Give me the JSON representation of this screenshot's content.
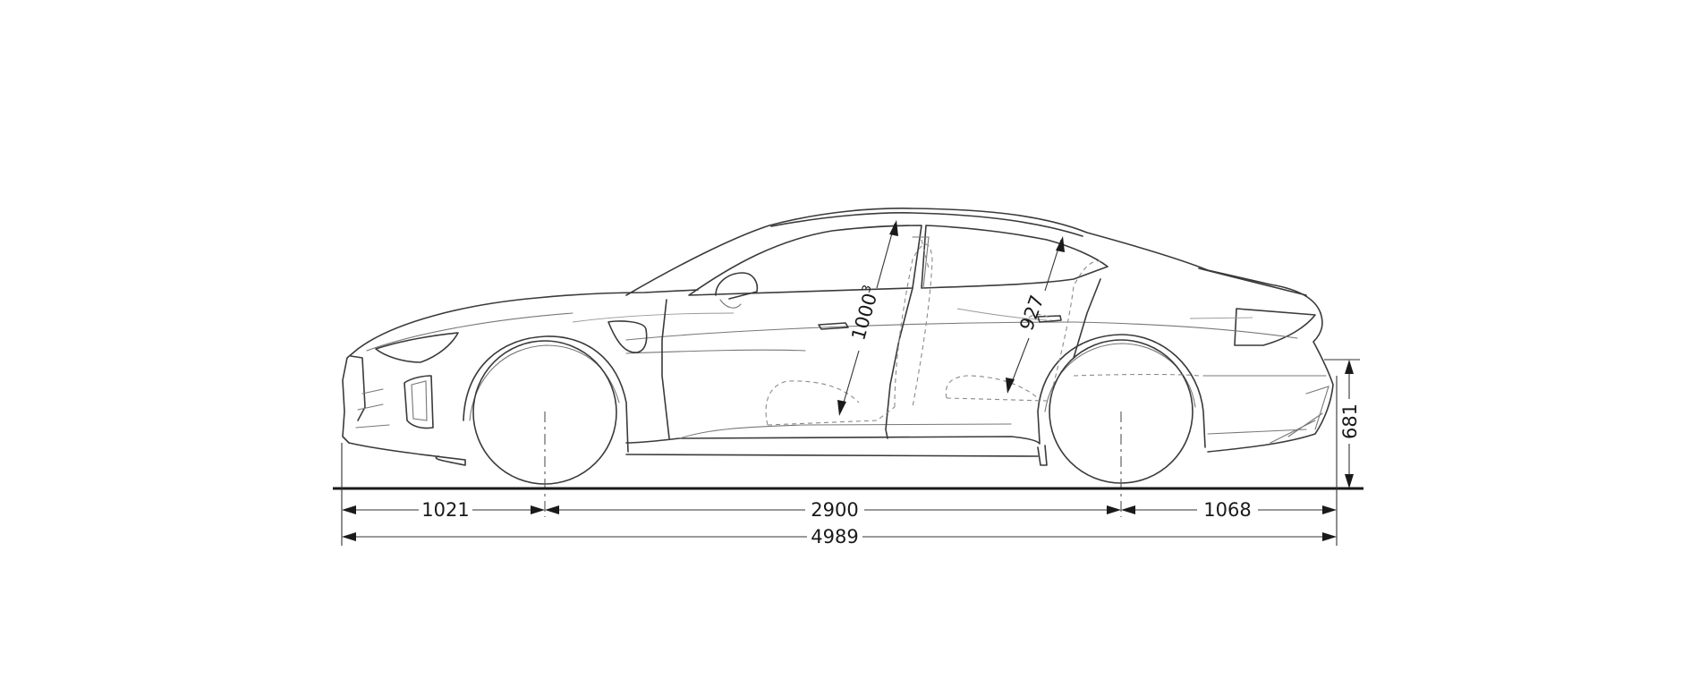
{
  "diagram": {
    "dimensions": {
      "front_overhang": "1021",
      "wheelbase": "2900",
      "rear_overhang": "1068",
      "overall_length": "4989",
      "rear_height": "681",
      "front_headroom": "1000",
      "front_headroom_footnote": "3",
      "rear_headroom": "927"
    }
  }
}
